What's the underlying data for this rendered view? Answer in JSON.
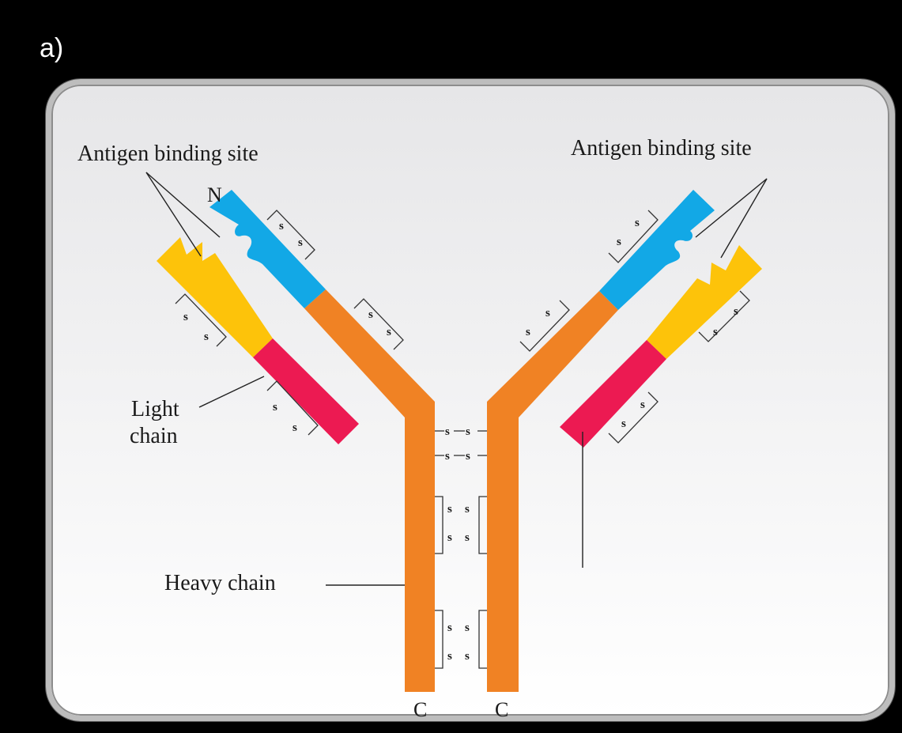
{
  "panel_label": "a)",
  "labels": {
    "antigen_left": "Antigen binding site",
    "antigen_right": "Antigen binding site",
    "n_terminal": "N",
    "light_chain_line1": "Light",
    "light_chain_line2": "chain",
    "heavy_chain": "Heavy chain",
    "c_terminal_left": "C",
    "c_terminal_right": "C",
    "disulfide": "s"
  },
  "colors": {
    "heavy_chain": "#f08224",
    "variable_heavy": "#12a8e6",
    "variable_light": "#fdc30a",
    "constant_light": "#ec1a52",
    "background": "#000000"
  }
}
